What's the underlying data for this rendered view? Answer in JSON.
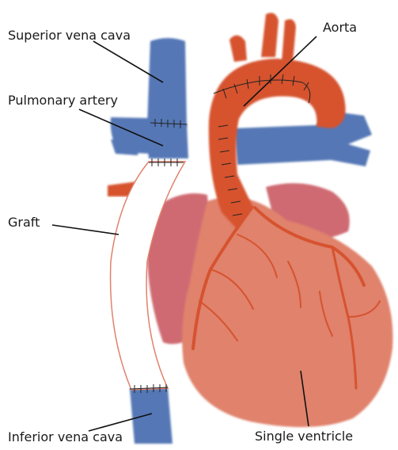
{
  "labels": {
    "superior_vena_cava": "Superior vena cava",
    "aorta": "Aorta",
    "pulmonary_artery": "Pulmonary artery",
    "graft": "Graft",
    "inferior_vena_cava": "Inferior vena cava",
    "single_ventricle": "Single ventricle"
  },
  "colors": {
    "vein_blue": "#5577b5",
    "artery_red": "#d6532f",
    "heart_body": "#e0826c",
    "atrium": "#cf6b72",
    "graft_fill": "#ffffff",
    "graft_outline": "#e0826c",
    "leader_line": "#111111"
  }
}
